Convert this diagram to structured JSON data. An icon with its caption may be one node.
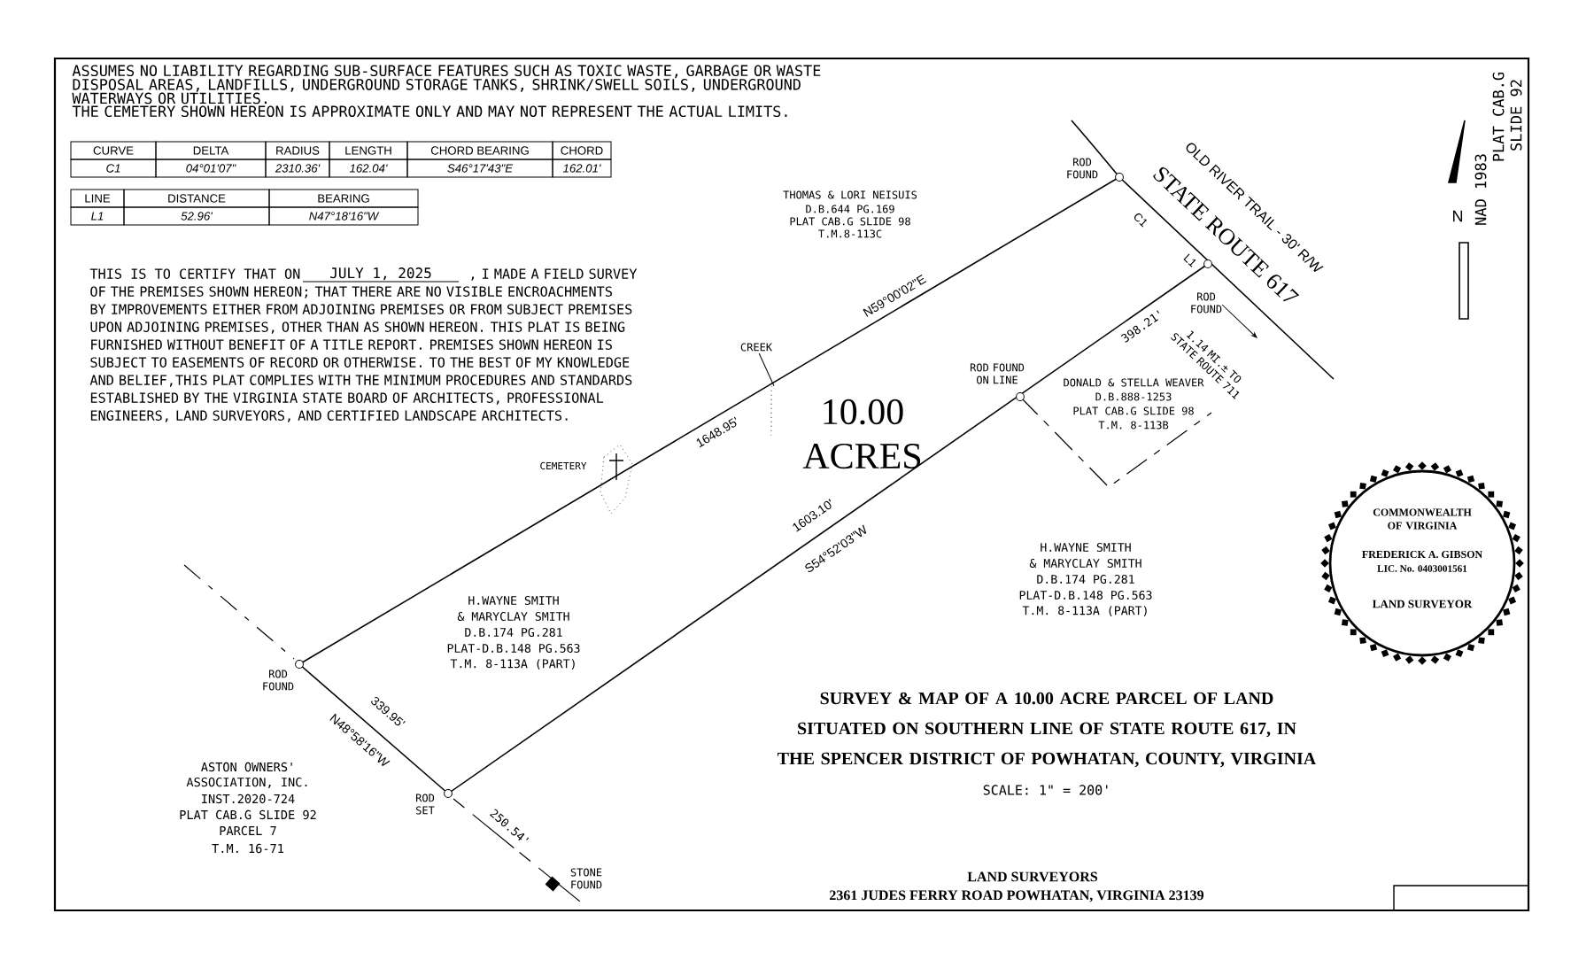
{
  "diagram": {
    "title": "SURVEY & MAP OF A 10.00 ACRE PARCEL OF LAND SITUATED ON SOUTHERN LINE OF STATE ROUTE 617, IN THE SPENCER DISTRICT OF POWHATAN, COUNTY, VIRGINIA",
    "nodes": [
      {
        "text": [
          "CREEK"
        ]
      },
      {
        "text": [],
        "shape": "box"
      },
      {
        "text": [],
        "shape": "line"
      }
    ],
    "edges": [
      {
        "from": 0,
        "to": 2,
        "arrow": "none"
      }
    ],
    "labels": [
      "ASSUMES NO LIABILITY REGARDING SUB-SURFACE FEATURES SUCH AS TOXIC WASTE, GARBAGE OR WASTE DISPOSAL AREAS, LANDFILLS, UNDERGROUND STORAGE TANKS, SHRINK/SWELL SOILS, UNDERGROUND WATERWAYS OR UTILITIES.",
      "THE CEMETERY SHOWN HEREON IS APPROXIMATE ONLY AND MAY NOT REPRESENT THE ACTUAL LIMITS.",
      "CURVE",
      "DELTA",
      "RADIUS",
      "LENGTH",
      "CHORD BEARING",
      "CHORD",
      "C1",
      "04°01'07\"",
      "2310.36'",
      "162.04'",
      "S46°17'43\"E",
      "162.01'",
      "LINE",
      "DISTANCE",
      "BEARING",
      "L1",
      "52.96'",
      "N47°18'16\"W",
      "THIS IS TO CERTIFY THAT ON",
      "JULY 1, 2025",
      ", I MADE A FIELD SURVEY OF THE PREMISES SHOWN HEREON; THAT THERE ARE NO VISIBLE ENCROACHMENTS BY IMPROVEMENTS EITHER FROM ADJOINING PREMISES OR FROM SUBJECT PREMISES UPON ADJOINING PREMISES, OTHER THAN AS SHOWN HEREON. THIS PLAT IS BEING FURNISHED WITHOUT BENEFIT OF A TITLE REPORT. PREMISES SHOWN HEREON IS SUBJECT TO EASEMENTS OF RECORD OR OTHERWISE. TO THE BEST OF MY KNOWLEDGE AND BELIEF,THIS PLAT COMPLIES WITH THE MINIMUM PROCEDURES AND STANDARDS ESTABLISHED BY THE VIRGINIA STATE BOARD OF ARCHITECTS, PROFESSIONAL ENGINEERS, LAND SURVEYORS, AND CERTIFIED LANDSCAPE ARCHITECTS.",
      "THOMAS & LORI NEISUIS",
      "D.B.644 PG.169",
      "PLAT CAB.G SLIDE 98",
      "T.M.8-113C",
      "ROD FOUND",
      "C1",
      "OLD RIVER TRAIL - 30' R/W",
      "STATE ROUTE 617",
      "L1",
      "ROD FOUND",
      "N59°00'02\"E",
      "1.14 MI.± TO STATE ROUTE 711",
      "398.21'",
      "10.00 ACRES",
      "ROD FOUND ON LINE",
      "DONALD & STELLA WEAVER",
      "D.B.888-1253",
      "PLAT CAB.G SLIDE 98",
      "T.M. 8-113B",
      "1648.95'",
      "CEMETERY",
      "1603.10'",
      "S54°52'03\"W",
      "H.WAYNE SMITH",
      "& MARYCLAY SMITH",
      "D.B.174 PG.281",
      "PLAT-D.B.148 PG.563",
      "T.M. 8-113A (PART)",
      "H.WAYNE SMITH",
      "& MARYCLAY SMITH",
      "D.B.174 PG.281",
      "PLAT-D.B.148 PG.563",
      "T.M. 8-113A (PART)",
      "ROD FOUND",
      "339.95'",
      "N48°58'16\"W",
      "ROD SET",
      "250.54'",
      "ASTON OWNERS'",
      "ASSOCIATION, INC.",
      "INST.2020-724",
      "PLAT CAB.G SLIDE 92",
      "PARCEL 7",
      "T.M. 16-71",
      "STONE FOUND",
      "NAD 1983",
      "PLAT CAB.G",
      "SLIDE 92",
      "N",
      "COMMONWEALTH OF VIRGINIA",
      "FREDERICK A. GIBSON",
      "LIC. No. 0403001561",
      "LAND SURVEYOR",
      "SCALE: 1\" = 200'",
      "LAND SURVEYORS",
      "2361 JUDES FERRY ROAD POWHATAN, VIRGINIA 23139"
    ]
  }
}
